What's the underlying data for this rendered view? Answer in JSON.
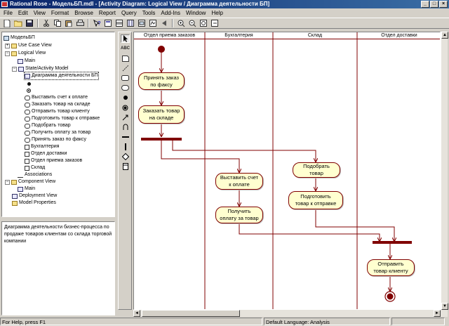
{
  "window": {
    "title": "Rational Rose - МодельБП.mdl - [Activity Diagram: Logical View / Диаграмма деятельности БП]",
    "buttons": [
      "_",
      "□",
      "×"
    ]
  },
  "menu": [
    "File",
    "Edit",
    "View",
    "Format",
    "Browse",
    "Report",
    "Query",
    "Tools",
    "Add-Ins",
    "Window",
    "Help"
  ],
  "toolbar_icons": [
    "new-icon",
    "open-icon",
    "save-icon",
    "cut-icon",
    "copy-icon",
    "paste-icon",
    "print-icon",
    "help-icon",
    "browse-icon",
    "class-diagram-icon",
    "interaction-icon",
    "component-icon",
    "deployment-icon",
    "back-icon",
    "zoom-in-icon",
    "zoom-out-icon",
    "fit-icon",
    "undo-fit-icon"
  ],
  "tree": {
    "root": "МодельБП",
    "items": [
      {
        "label": "Use Case View"
      },
      {
        "label": "Logical View"
      },
      {
        "label": "Main"
      },
      {
        "label": "State/Activity Model"
      },
      {
        "label": "Диаграмма деятельности БП"
      },
      {
        "label": "Выставить счет к оплате"
      },
      {
        "label": "Заказать товар на складе"
      },
      {
        "label": "Отправить товар клиенту"
      },
      {
        "label": "Подготовить товар к отправке"
      },
      {
        "label": "Подобрать товар"
      },
      {
        "label": "Получить оплату за товар"
      },
      {
        "label": "Принять заказ по факсу"
      },
      {
        "label": "Бухгалтерия"
      },
      {
        "label": "Отдел доставки"
      },
      {
        "label": "Отдел приема заказов"
      },
      {
        "label": "Склад"
      },
      {
        "label": "Associations"
      },
      {
        "label": "Component View"
      },
      {
        "label": "Main"
      },
      {
        "label": "Deployment View"
      },
      {
        "label": "Model Properties"
      }
    ]
  },
  "documentation": "Диаграмма деятельности бизнес-процесса по продаже товаров клиентам со склада торговой компании",
  "palette": {
    "abc": "ABC"
  },
  "diagram": {
    "lanes": [
      "Отдел приема заказов",
      "Бухгалтерия",
      "Склад",
      "Отдел доставки"
    ],
    "activities": {
      "a1": [
        "Принять заказ",
        "по факсу"
      ],
      "a2": [
        "Заказать товар",
        "на складе"
      ],
      "a3": [
        "Выставить счет",
        "к оплате"
      ],
      "a4": [
        "Получить",
        "оплату за товар"
      ],
      "a5": [
        "Подобрать",
        "товар"
      ],
      "a6": [
        "Подготовить",
        "товар к отправке"
      ],
      "a7": [
        "Отправить",
        "товар клиенту"
      ]
    }
  },
  "status": {
    "help": "For Help, press F1",
    "language": "Default Language: Analysis"
  }
}
